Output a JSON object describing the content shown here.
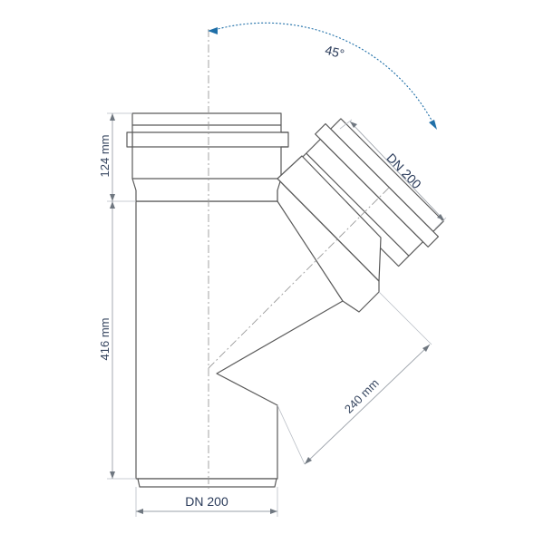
{
  "diagram": {
    "angle_label": "45°",
    "branch_diameter_label": "DN 200",
    "main_diameter_label": "DN 200",
    "socket_height_label": "124 mm",
    "body_height_label": "416 mm",
    "branch_length_label": "240 mm"
  },
  "colors": {
    "outline": "#5a5a5a",
    "dimension_blue": "#1f6fa8",
    "label_text": "#2a3b5a"
  }
}
